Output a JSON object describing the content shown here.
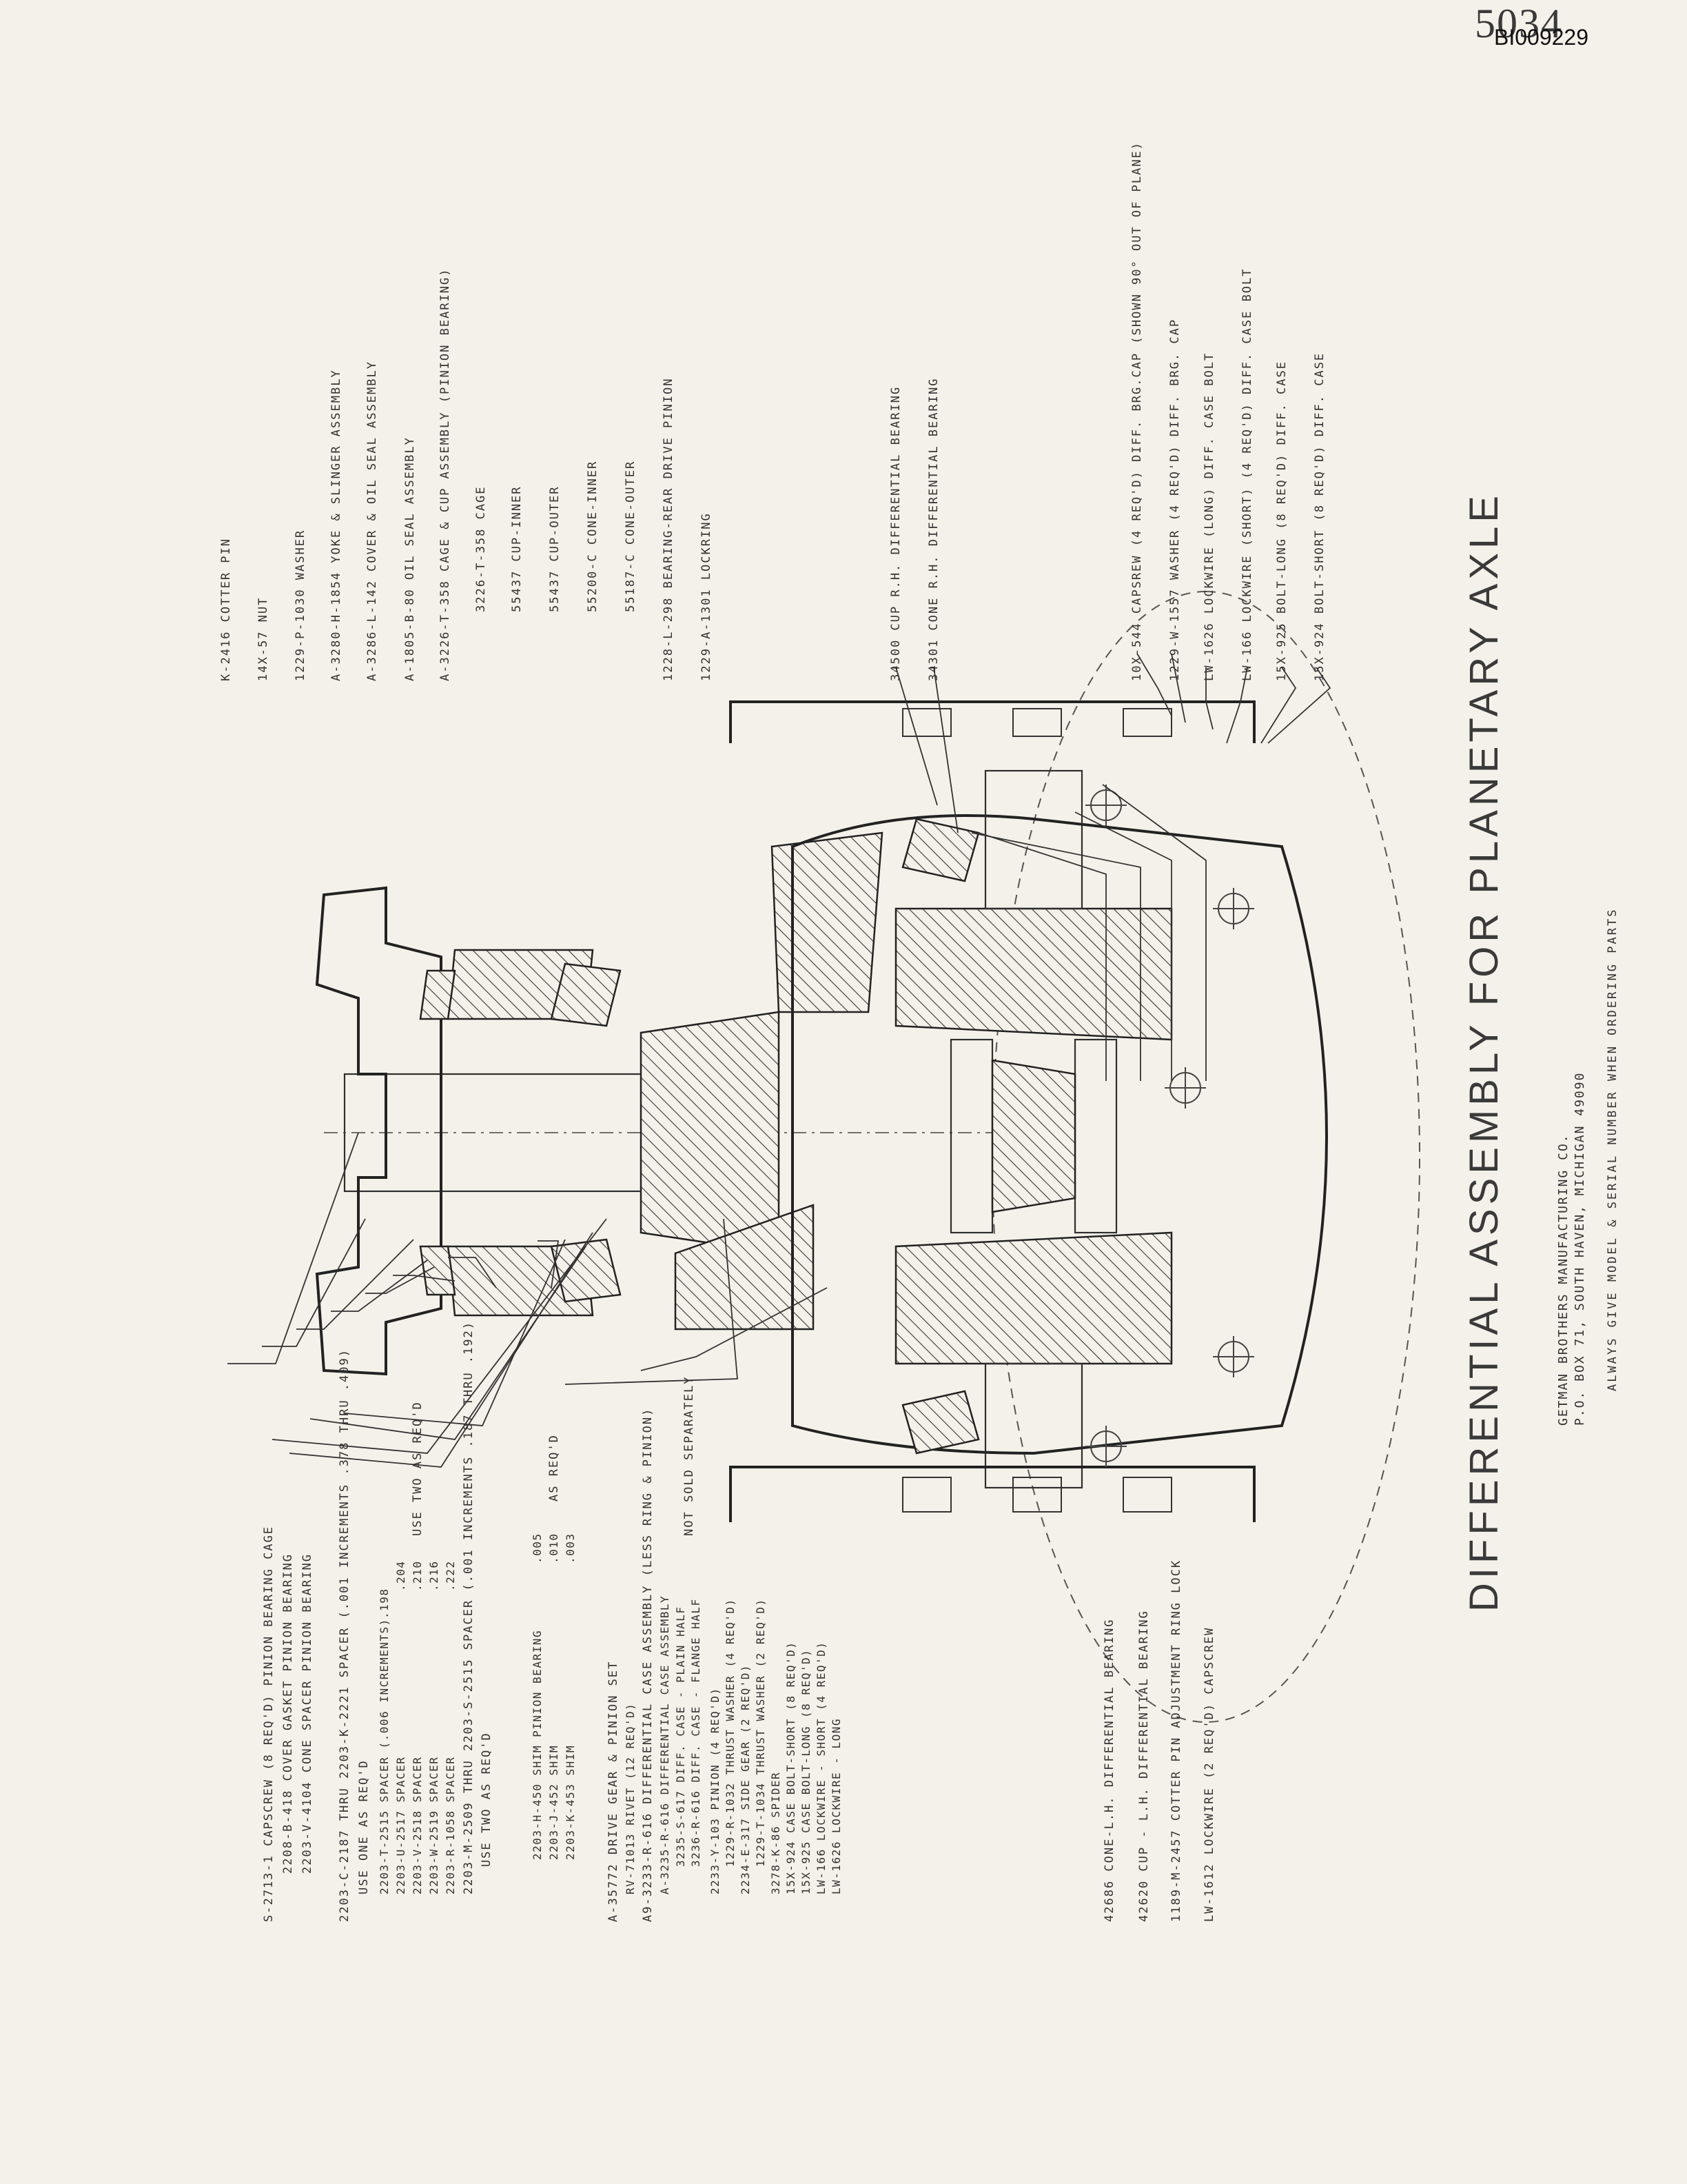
{
  "document": {
    "stamp": "5034",
    "doc_id": "BI009229",
    "title": "DIFFERENTIAL ASSEMBLY FOR PLANETARY AXLE",
    "company": "GETMAN BROTHERS MANUFACTURING CO.",
    "address": "P.O. BOX 71, SOUTH HAVEN, MICHIGAN 49090",
    "notice": "ALWAYS GIVE MODEL & SERIAL NUMBER WHEN ORDERING PARTS"
  },
  "parts_top": [
    "K-2416  COTTER PIN",
    "14X-57  NUT",
    "1229-P-1030  WASHER",
    "A-3280-H-1854  YOKE & SLINGER ASSEMBLY",
    "A-3286-L-142  COVER & OIL SEAL ASSEMBLY",
    "A-1805-B-80  OIL SEAL ASSEMBLY",
    "A-3226-T-358  CAGE & CUP ASSEMBLY (PINION BEARING)",
    "3226-T-358  CAGE",
    "55437  CUP-INNER",
    "55437  CUP-OUTER",
    "55200-C  CONE-INNER",
    "55187-C  CONE-OUTER",
    "1228-L-298  BEARING-REAR DRIVE PINION",
    "1229-A-1301  LOCKRING"
  ],
  "parts_right": [
    "34500  CUP R.H.   DIFFERENTIAL BEARING",
    "34301  CONE R.H.   DIFFERENTIAL BEARING",
    "10X-544  CAPSREW (4 REQ'D)  DIFF. BRG.CAP  (SHOWN 90° OUT OF PLANE)",
    "1229-W-1557  WASHER (4 REQ'D)  DIFF. BRG. CAP",
    "LW-1626  LOCKWIRE (LONG)  DIFF. CASE  BOLT",
    "LW-166  LOCKWIRE (SHORT) (4 REQ'D)  DIFF. CASE BOLT",
    "15X-925  BOLT-LONG (8 REQ'D)  DIFF. CASE",
    "15X-924  BOLT-SHORT (8 REQ'D)  DIFF. CASE"
  ],
  "parts_left_upper": [
    "S-2713-1  CAPSCREW  (8 REQ'D)   PINION BEARING CAGE",
    "2208-B-418  COVER GASKET   PINION BEARING",
    "2203-V-4104  CONE SPACER   PINION BEARING"
  ],
  "spacer_block": {
    "header": "2203-C-2187  THRU 2203-K-2221  SPACER (.001 INCREMENTS  .378 THRU .409)",
    "use_one": "USE ONE AS REQ'D",
    "lines": [
      "2203-T-2515  SPACER (.006 INCREMENTS)",
      "2203-U-2517  SPACER",
      "2203-V-2518  SPACER",
      "2203-W-2519  SPACER",
      "2203-R-1058  SPACER"
    ],
    "values": [
      ".198",
      ".204",
      ".210",
      ".216",
      ".222"
    ],
    "use_two": "USE TWO AS REQ'D",
    "footer": "2203-M-2509  THRU 2203-S-2515  SPACER (.001 INCREMENTS  .187 THRU .192)",
    "footer_use": "USE TWO AS REQ'D"
  },
  "shim_block": {
    "lines": [
      "2203-H-450  SHIM  PINION BEARING",
      "2203-J-452  SHIM",
      "2203-K-453  SHIM"
    ],
    "values": [
      ".005",
      ".010",
      ".003"
    ],
    "note": "AS REQ'D"
  },
  "parts_left_lower": [
    "A-35772  DRIVE GEAR & PINION SET",
    "RV-71013  RIVET (12 REQ'D)",
    "A9-3233-R-616  DIFFERENTIAL CASE ASSEMBLY (LESS RING & PINION)",
    "A-3235-R-616  DIFFERENTIAL CASE ASSEMBLY",
    "3235-S-617  DIFF. CASE - PLAIN HALF",
    "3236-R-616  DIFF. CASE - FLANGE HALF",
    "2233-Y-103  PINION (4 REQ'D)",
    "1229-R-1032  THRUST WASHER (4 REQ'D)",
    "2234-E-317  SIDE GEAR (2 REQ'D)",
    "1229-T-1034  THRUST WASHER (2 REQ'D)",
    "3278-K-86  SPIDER",
    "15X-924  CASE BOLT-SHORT (8 REQ'D)",
    "15X-925  CASE BOLT-LONG (8 REQ'D)",
    "LW-166  LOCKWIRE - SHORT (4 REQ'D)",
    "LW-1626  LOCKWIRE - LONG"
  ],
  "not_sold": "NOT SOLD SEPARATELY",
  "parts_bottom": [
    "42686  CONE-L.H.  DIFFERENTIAL BEARING",
    "42620  CUP - L.H.  DIFFERENTIAL BEARING",
    "1189-M-2457  COTTER PIN   ADJUSTMENT RING LOCK",
    "LW-1612  LOCKWIRE (2 REQ'D) CAPSCREW"
  ]
}
